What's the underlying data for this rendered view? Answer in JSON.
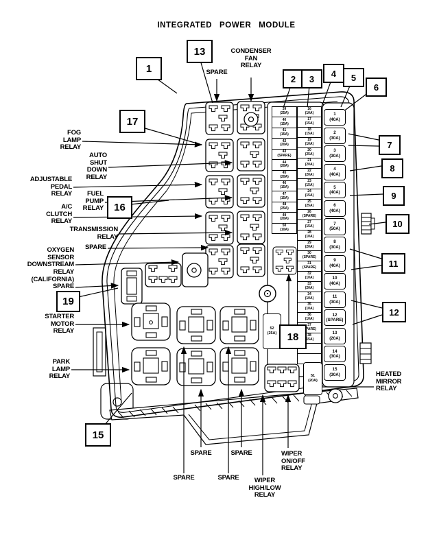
{
  "title": "INTEGRATED POWER MODULE",
  "callouts": {
    "c1": "1",
    "c2": "2",
    "c3": "3",
    "c4": "4",
    "c5": "5",
    "c6": "6",
    "c7": "7",
    "c8": "8",
    "c9": "9",
    "c10": "10",
    "c11": "11",
    "c12": "12",
    "c13": "13",
    "c15": "15",
    "c16": "16",
    "c17": "17",
    "c18": "18",
    "c19": "19"
  },
  "labels": {
    "spare_top": "SPARE",
    "condenser_fan": "CONDENSER\nFAN\nRELAY",
    "fog_lamp": "FOG\nLAMP\nRELAY",
    "auto_shut_down": "AUTO\nSHUT\nDOWN\nRELAY",
    "adjustable_pedal": "ADJUSTABLE\nPEDAL\nRELAY",
    "fuel_pump": "FUEL\nPUMP\nRELAY",
    "ac_clutch": "A/C\nCLUTCH\nRELAY",
    "transmission": "TRANSMISSION\nRELAY",
    "spare_upper": "SPARE",
    "oxygen_sensor": "OXYGEN\nSENSOR\nDOWNSTREAM\nRELAY\n(CALIFORNIA)",
    "spare_lower": "SPARE",
    "starter_motor": "STARTER\nMOTOR\nRELAY",
    "park_lamp": "PARK\nLAMP\nRELAY",
    "spare_b1l": "SPARE",
    "spare_b1r": "SPARE",
    "spare_b2l": "SPARE",
    "spare_b2r": "SPARE",
    "wiper_high_low": "WIPER\nHIGH/LOW\nRELAY",
    "wiper_on_off": "WIPER\nON/OFF\nRELAY",
    "heated_mirror": "HEATED\nMIRROR\nRELAY"
  },
  "fuses": {
    "column_small_left": [
      {
        "num": "39",
        "amp": "(25A)"
      },
      {
        "num": "40",
        "amp": "(15A)"
      },
      {
        "num": "41",
        "amp": "(15A)"
      },
      {
        "num": "42",
        "amp": "(20A)"
      },
      {
        "num": "43",
        "amp": "(SPARE)"
      },
      {
        "num": "44",
        "amp": "(20A)"
      },
      {
        "num": "45",
        "amp": "(20A)"
      },
      {
        "num": "46",
        "amp": "(15A)"
      },
      {
        "num": "47",
        "amp": "(15A)"
      },
      {
        "num": "48",
        "amp": "(25A)"
      },
      {
        "num": "49",
        "amp": "(20A)"
      },
      {
        "num": "50",
        "amp": "(10A)"
      }
    ],
    "column_small_right": [
      {
        "num": "16",
        "amp": "(10A)"
      },
      {
        "num": "17",
        "amp": "(15A)"
      },
      {
        "num": "18",
        "amp": "(15A)"
      },
      {
        "num": "19",
        "amp": "(10A)"
      },
      {
        "num": "20",
        "amp": "(25A)"
      },
      {
        "num": "21",
        "amp": "(20A)"
      },
      {
        "num": "22",
        "amp": "(20A)"
      },
      {
        "num": "23",
        "amp": "(15A)"
      },
      {
        "num": "24",
        "amp": "(15A)"
      },
      {
        "num": "25",
        "amp": "(25A)"
      },
      {
        "num": "26",
        "amp": "(SPARE)"
      },
      {
        "num": "27",
        "amp": "(15A)"
      },
      {
        "num": "28",
        "amp": "(10A)"
      },
      {
        "num": "29",
        "amp": "(20A)"
      },
      {
        "num": "30",
        "amp": "(SPARE)"
      },
      {
        "num": "31",
        "amp": "(SPARE)"
      },
      {
        "num": "32",
        "amp": "(10A)"
      },
      {
        "num": "33",
        "amp": "(20A)"
      },
      {
        "num": "34",
        "amp": "(10A)"
      },
      {
        "num": "35",
        "amp": "(10A)"
      },
      {
        "num": "36",
        "amp": "(10A)"
      },
      {
        "num": "37",
        "amp": "(SPARE)"
      },
      {
        "num": "38",
        "amp": "(15A)"
      },
      {
        "num": "",
        "amp": ""
      },
      {
        "num": "",
        "amp": ""
      }
    ],
    "column_large": [
      {
        "num": "1",
        "amp": "(40A)"
      },
      {
        "num": "2",
        "amp": "(30A)"
      },
      {
        "num": "3",
        "amp": "(30A)"
      },
      {
        "num": "4",
        "amp": "(40A)"
      },
      {
        "num": "5",
        "amp": "(40A)"
      },
      {
        "num": "6",
        "amp": "(40A)"
      },
      {
        "num": "7",
        "amp": "(50A)"
      },
      {
        "num": "8",
        "amp": "(30A)"
      },
      {
        "num": "9",
        "amp": "(40A)"
      },
      {
        "num": "10",
        "amp": "(40A)"
      },
      {
        "num": "11",
        "amp": "(30A)"
      },
      {
        "num": "12",
        "amp": "(SPARE)"
      },
      {
        "num": "13",
        "amp": "(20A)"
      },
      {
        "num": "14",
        "amp": "(30A)"
      },
      {
        "num": "15",
        "amp": "(30A)"
      }
    ],
    "fuse_51": {
      "num": "51",
      "amp": "(20A)"
    },
    "fuse_52": {
      "num": "52",
      "amp": "(25A)"
    }
  }
}
